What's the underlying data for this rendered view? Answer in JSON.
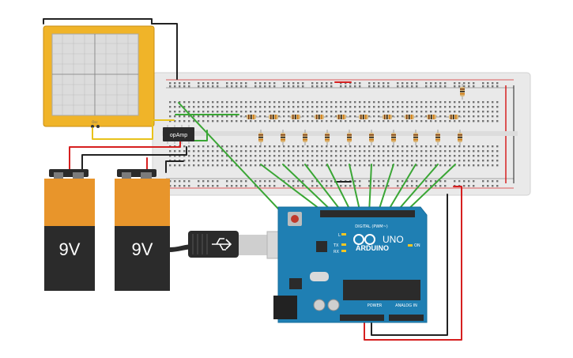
{
  "oscilloscope": {
    "label": "Osc"
  },
  "opamp": {
    "label": "opAmp"
  },
  "batteries": [
    {
      "label": "9V"
    },
    {
      "label": "9V"
    }
  ],
  "arduino": {
    "brand": "ARDUINO",
    "model": "UNO",
    "digital_header": "DIGITAL (PWM~)",
    "power_header": "POWER",
    "analog_header": "ANALOG IN",
    "on_label": "ON",
    "tx_label": "TX",
    "rx_label": "RX",
    "l_label": "L"
  },
  "colors": {
    "breadboard": "#e9e9e9",
    "arduino_board": "#1f7fb3",
    "battery_top": "#e8952b",
    "battery_bottom": "#2b2b2b",
    "wire_green": "#3aa635",
    "wire_red": "#d61f1f",
    "wire_yellow": "#e8c21b",
    "wire_black": "#222222",
    "scope_frame": "#f0b429"
  }
}
